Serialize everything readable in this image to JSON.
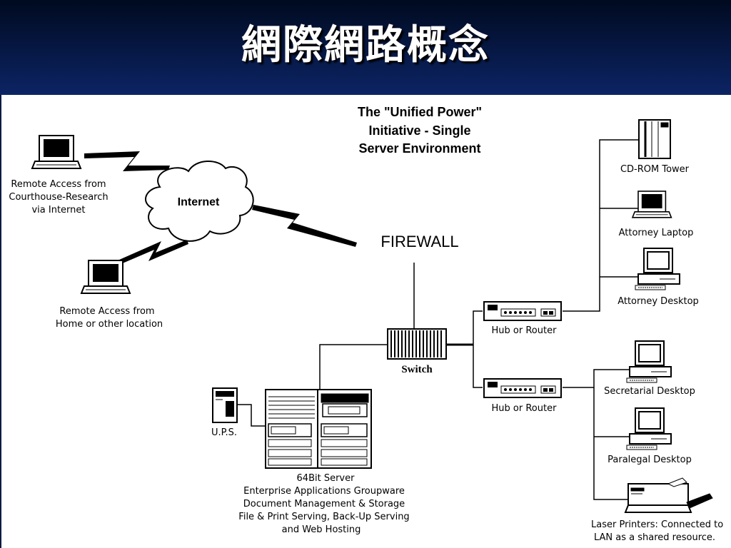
{
  "slide": {
    "title": "網際網路概念"
  },
  "diagram": {
    "heading": [
      "The  \"Unified Power\"",
      "Initiative - Single",
      "Server Environment"
    ],
    "internet_label": "Internet",
    "firewall_label": "FIREWALL",
    "switch_label": "Switch",
    "remote_courthouse": [
      "Remote Access from",
      "Courthouse-Research",
      "via Internet"
    ],
    "remote_home": [
      "Remote Access from",
      "Home or other location"
    ],
    "ups_label": "U.P.S.",
    "server_caption": [
      "64Bit Server",
      "Enterprise Applications Groupware",
      "Document Management & Storage",
      "File & Print Serving, Back-Up Serving",
      "and Web Hosting"
    ],
    "hub_top_label": "Hub or Router",
    "hub_bottom_label": "Hub or Router",
    "cdrom_label": "CD-ROM Tower",
    "attorney_laptop_label": "Attorney Laptop",
    "attorney_desktop_label": "Attorney Desktop",
    "secretarial_label": "Secretarial Desktop",
    "paralegal_label": "Paralegal Desktop",
    "printer_label": [
      "Laser Printers: Connected to",
      "LAN as a shared resource."
    ]
  }
}
